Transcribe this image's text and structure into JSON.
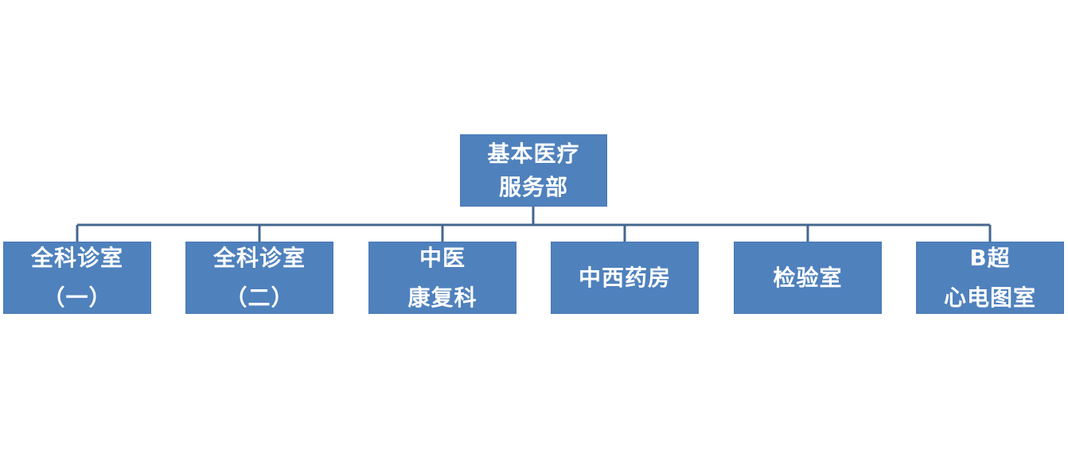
{
  "colors": {
    "box_fill": "#4f81bd",
    "box_text": "#ffffff",
    "connector": "#44678f"
  },
  "root": {
    "lines": [
      "基本医疗",
      "服务部"
    ]
  },
  "children": [
    {
      "lines": [
        "全科诊室",
        "（一）"
      ]
    },
    {
      "lines": [
        "全科诊室",
        "（二）"
      ]
    },
    {
      "lines": [
        "中医",
        "康复科"
      ]
    },
    {
      "lines": [
        "中西药房"
      ]
    },
    {
      "lines": [
        "检验室"
      ]
    },
    {
      "lines": [
        "B超",
        "心电图室"
      ]
    }
  ]
}
